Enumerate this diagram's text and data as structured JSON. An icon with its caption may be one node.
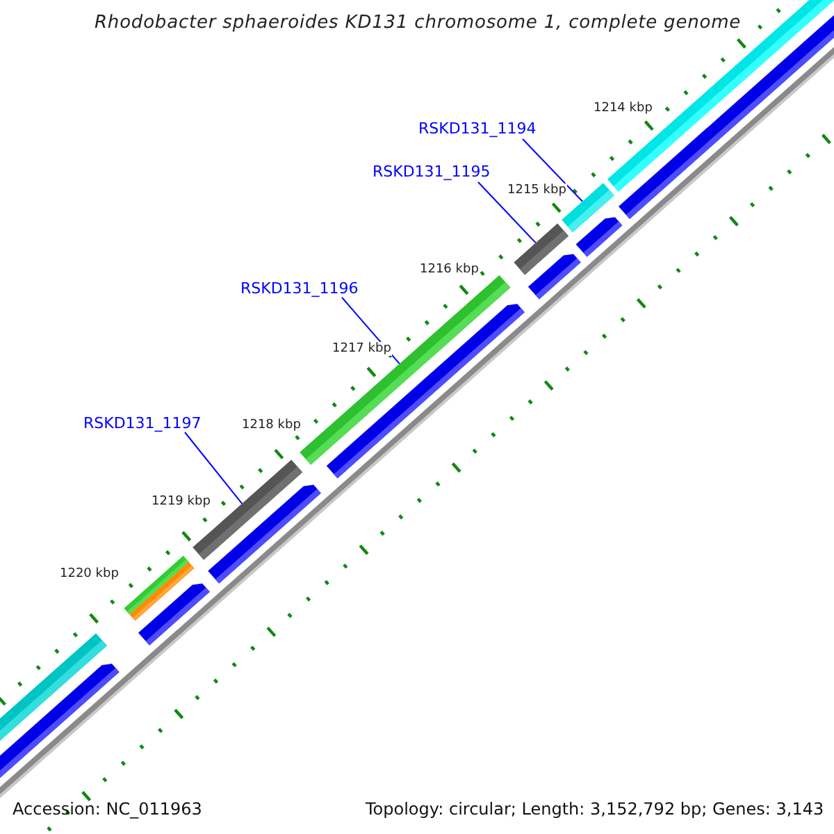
{
  "diagram": {
    "title": "Rhodobacter sphaeroides KD131 chromosome 1, complete genome",
    "nodes": [
      {
        "text": [
          "RSKD131_1194"
        ]
      },
      {
        "text": [
          "RSKD131_1195"
        ]
      },
      {
        "text": [
          "RSKD131_1196"
        ]
      },
      {
        "text": [
          "RSKD131_1197"
        ]
      },
      {
        "text": [],
        "shape": "bar"
      },
      {
        "text": [],
        "shape": "bar"
      },
      {
        "text": [],
        "shape": "bar"
      },
      {
        "text": [],
        "shape": "bar"
      }
    ],
    "edges": [
      {
        "from": 0,
        "to": 4,
        "arrow": "none"
      },
      {
        "from": 1,
        "to": 5,
        "arrow": "none"
      },
      {
        "from": 2,
        "to": 6,
        "arrow": "none"
      },
      {
        "from": 3,
        "to": 7,
        "arrow": "none"
      }
    ],
    "labels": [
      "1214 kbp",
      "1215 kbp",
      "1216 kbp",
      "1217 kbp",
      "1218 kbp",
      "1219 kbp",
      "1220 kbp",
      "Accession: NC_011963",
      "Topology: circular; Length: 3,152,792 bp; Genes: 3,143"
    ]
  }
}
